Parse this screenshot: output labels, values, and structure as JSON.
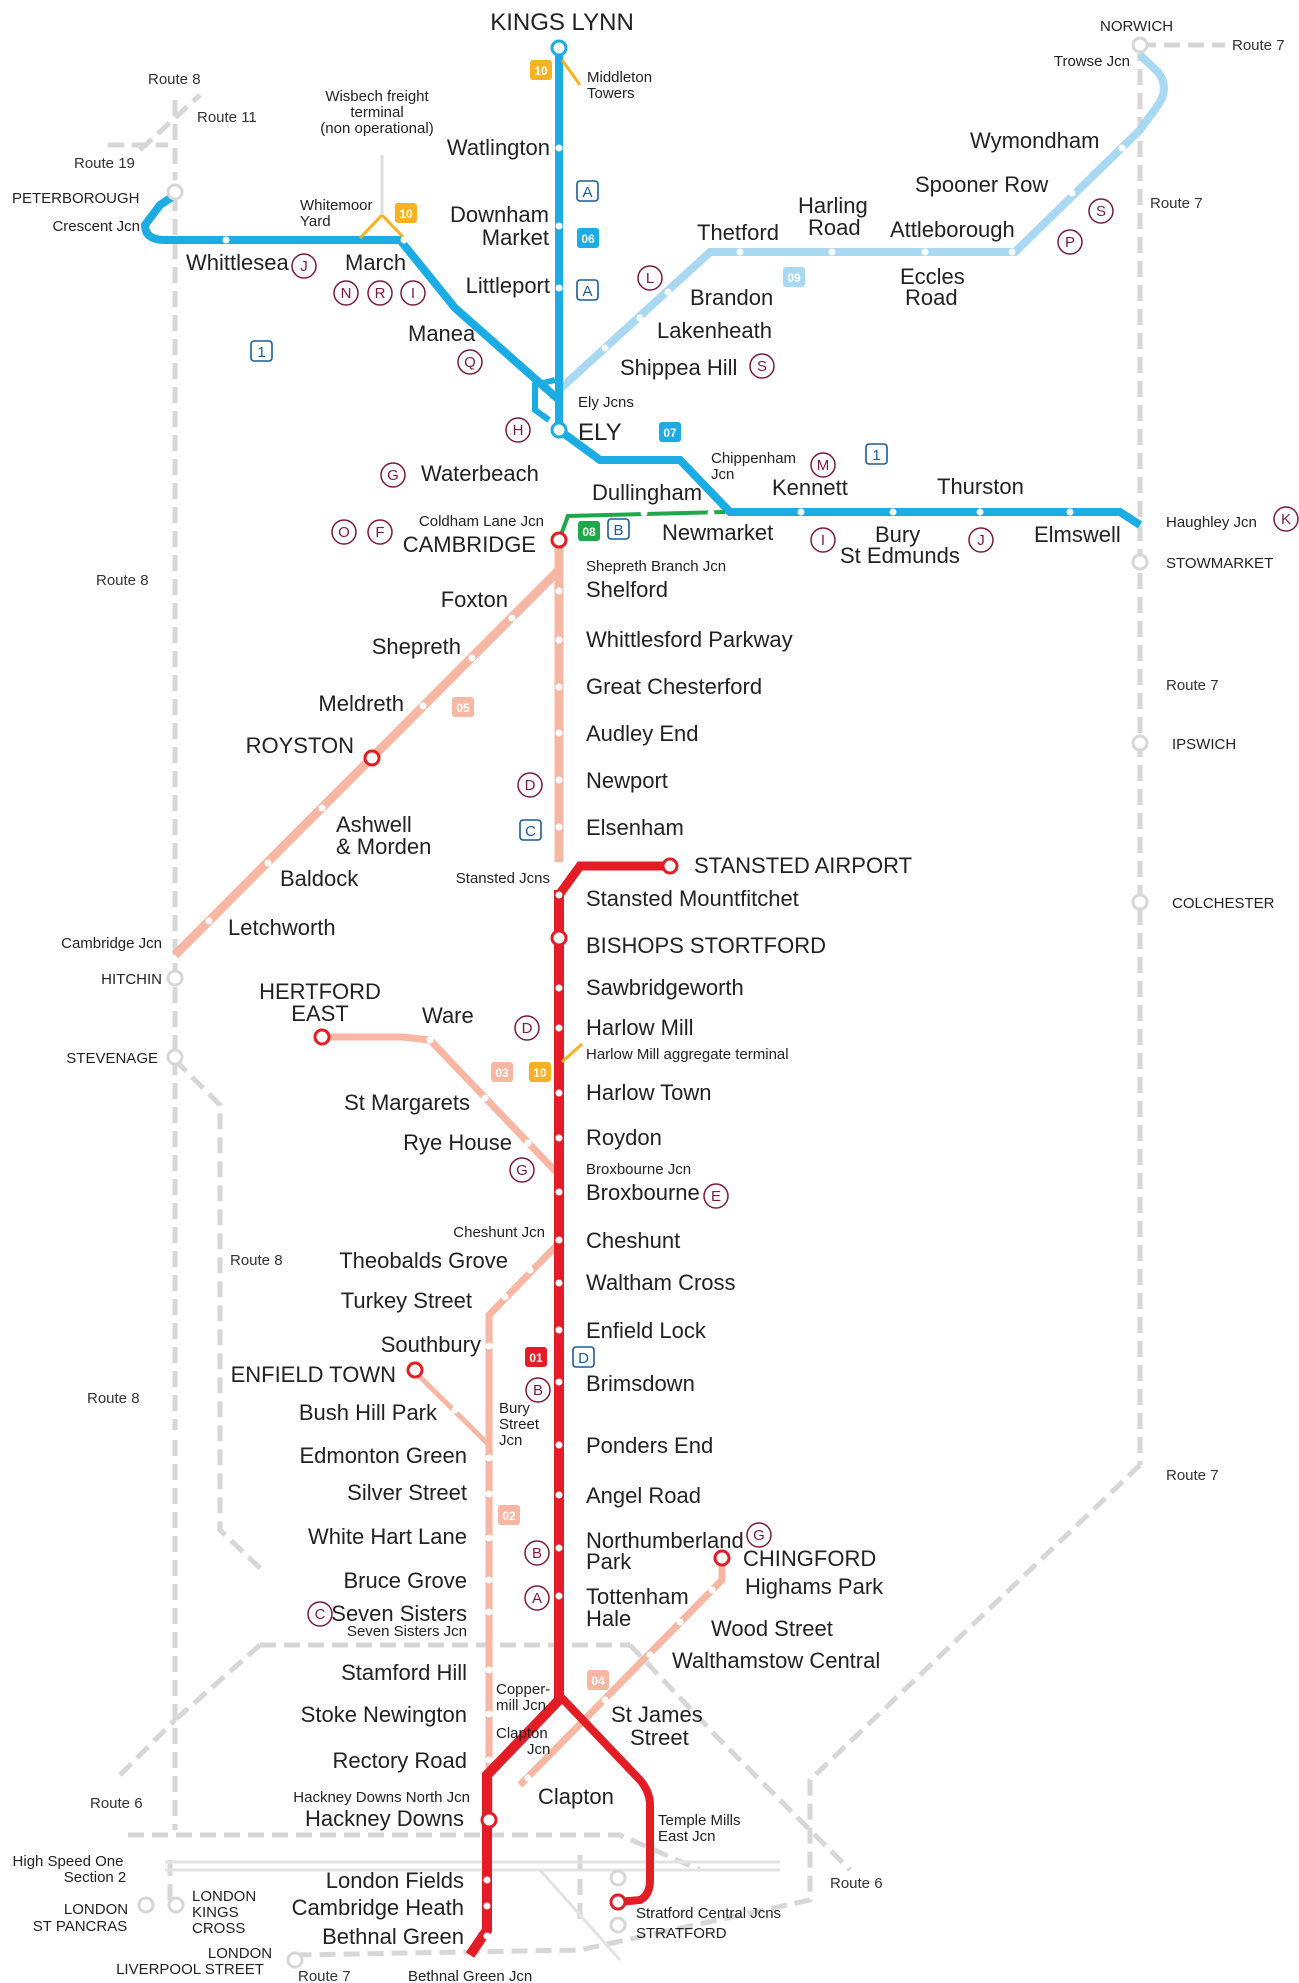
{
  "colors": {
    "line_cyan": "#1aace2",
    "line_lightblue": "#a9d8f2",
    "line_salmon": "#f7b7a3",
    "line_red": "#e31d25",
    "line_green": "#1fa84a",
    "line_yellow": "#f6b221",
    "line_grey": "#d7d7d7",
    "circle_maroon": "#7b1c3c",
    "square_blue": "#1b5b99"
  },
  "stations": {
    "kings_lynn": "KINGS LYNN",
    "middleton_towers": [
      "Middleton",
      "Towers"
    ],
    "watlington": "Watlington",
    "downham_market": [
      "Downham",
      "Market"
    ],
    "littleport": "Littleport",
    "ely": "ELY",
    "peterborough": "PETERBOROUGH",
    "whittlesea": "Whittlesea",
    "march": "March",
    "manea": "Manea",
    "waterbeach": "Waterbeach",
    "cambridge": "CAMBRIDGE",
    "norwich": "NORWICH",
    "wymondham": "Wymondham",
    "spooner_row": "Spooner Row",
    "attleborough": "Attleborough",
    "eccles_road": [
      "Eccles",
      "Road"
    ],
    "harling_road": [
      "Harling",
      "Road"
    ],
    "thetford": "Thetford",
    "brandon": "Brandon",
    "lakenheath": "Lakenheath",
    "shippea_hill": "Shippea Hill",
    "dullingham": "Dullingham",
    "newmarket": "Newmarket",
    "kennett": "Kennett",
    "bury_st_edmunds": [
      "Bury",
      "St Edmunds"
    ],
    "thurston": "Thurston",
    "elmswell": "Elmswell",
    "stowmarket": "STOWMARKET",
    "ipswich": "IPSWICH",
    "colchester": "COLCHESTER",
    "foxton": "Foxton",
    "shepreth": "Shepreth",
    "meldreth": "Meldreth",
    "royston": "ROYSTON",
    "ashwell_morden": [
      "Ashwell",
      "& Morden"
    ],
    "baldock": "Baldock",
    "letchworth": "Letchworth",
    "hitchin": "HITCHIN",
    "stevenage": "STEVENAGE",
    "shelford": "Shelford",
    "whittlesford_parkway": "Whittlesford Parkway",
    "great_chesterford": "Great Chesterford",
    "audley_end": "Audley End",
    "newport": "Newport",
    "elsenham": "Elsenham",
    "stansted_airport": "STANSTED AIRPORT",
    "stansted_mountfitchet": "Stansted Mountfitchet",
    "bishops_stortford": "BISHOPS STORTFORD",
    "sawbridgeworth": "Sawbridgeworth",
    "harlow_mill": "Harlow Mill",
    "harlow_town": "Harlow Town",
    "roydon": "Roydon",
    "broxbourne": "Broxbourne",
    "cheshunt": "Cheshunt",
    "waltham_cross": "Waltham Cross",
    "enfield_lock": "Enfield Lock",
    "brimsdown": "Brimsdown",
    "ponders_end": "Ponders End",
    "angel_road": "Angel Road",
    "northumberland_park": [
      "Northumberland",
      "Park"
    ],
    "tottenham_hale": [
      "Tottenham",
      "Hale"
    ],
    "chingford": "CHINGFORD",
    "highams_park": "Highams Park",
    "wood_street": "Wood Street",
    "walthamstow_central": "Walthamstow Central",
    "st_james_street": [
      "St James",
      "Street"
    ],
    "clapton": "Clapton",
    "hertford_east": [
      "HERTFORD",
      "EAST"
    ],
    "ware": "Ware",
    "st_margarets": "St Margarets",
    "rye_house": "Rye House",
    "theobalds_grove": "Theobalds Grove",
    "turkey_street": "Turkey Street",
    "southbury": "Southbury",
    "enfield_town": "ENFIELD TOWN",
    "bush_hill_park": "Bush Hill Park",
    "edmonton_green": "Edmonton Green",
    "silver_street": "Silver Street",
    "white_hart_lane": "White Hart Lane",
    "bruce_grove": "Bruce Grove",
    "seven_sisters": "Seven Sisters",
    "stamford_hill": "Stamford Hill",
    "stoke_newington": "Stoke Newington",
    "rectory_road": "Rectory Road",
    "hackney_downs": "Hackney Downs",
    "london_fields": "London Fields",
    "cambridge_heath": "Cambridge Heath",
    "bethnal_green": "Bethnal Green",
    "london_liverpool_street": [
      "LONDON",
      "LIVERPOOL STREET"
    ],
    "london_st_pancras": [
      "LONDON",
      "ST PANCRAS"
    ],
    "london_kings_cross": [
      "LONDON",
      "KINGS",
      "CROSS"
    ],
    "stratford": "STRATFORD"
  },
  "junctions": {
    "trowse_jcn": "Trowse Jcn",
    "crescent_jcn": "Crescent Jcn",
    "whitemoor_yard": [
      "Whitemoor",
      "Yard"
    ],
    "wisbech": [
      "Wisbech freight",
      "terminal",
      "(non operational)"
    ],
    "ely_jcns": "Ely Jcns",
    "chippenham_jcn": [
      "Chippenham",
      "Jcn"
    ],
    "coldham_lane_jcn": "Coldham Lane Jcn",
    "shepreth_branch_jcn": "Shepreth Branch Jcn",
    "haughley_jcn": "Haughley Jcn",
    "cambridge_jcn": "Cambridge Jcn",
    "stansted_jcns": "Stansted Jcns",
    "harlow_mill_aggregate": "Harlow Mill aggregate terminal",
    "broxbourne_jcn": "Broxbourne Jcn",
    "cheshunt_jcn": "Cheshunt Jcn",
    "bury_street_jcn": [
      "Bury",
      "Street",
      "Jcn"
    ],
    "seven_sisters_jcn": "Seven Sisters Jcn",
    "coppermill_jcn": [
      "Copper-",
      "mill Jcn"
    ],
    "clapton_jcn": [
      "Clapton",
      "Jcn"
    ],
    "hackney_downs_north_jcn": "Hackney Downs North Jcn",
    "temple_mills_east_jcn": [
      "Temple Mills",
      "East Jcn"
    ],
    "stratford_central_jcns": "Stratford Central Jcns",
    "bethnal_green_jcn": "Bethnal Green Jcn",
    "high_speed_one": [
      "High Speed One",
      "Section 2"
    ]
  },
  "routes": {
    "r7": "Route 7",
    "r8": "Route 8",
    "r11": "Route 11",
    "r19": "Route 19",
    "r6": "Route 6"
  },
  "line_refs": {
    "r01": "01",
    "r02": "02",
    "r03": "03",
    "r04": "04",
    "r05": "05",
    "r06": "06",
    "r07": "07",
    "r08": "08",
    "r09": "09",
    "r10": "10"
  },
  "circle_letters": {
    "A": "A",
    "B": "B",
    "C": "C",
    "D": "D",
    "E": "E",
    "F": "F",
    "G": "G",
    "H": "H",
    "I": "I",
    "J": "J",
    "K": "K",
    "L": "L",
    "M": "M",
    "N": "N",
    "O": "O",
    "P": "P",
    "Q": "Q",
    "R": "R",
    "S": "S"
  },
  "square_letters": {
    "A": "A",
    "B": "B",
    "C": "C",
    "D": "D",
    "one": "1"
  }
}
